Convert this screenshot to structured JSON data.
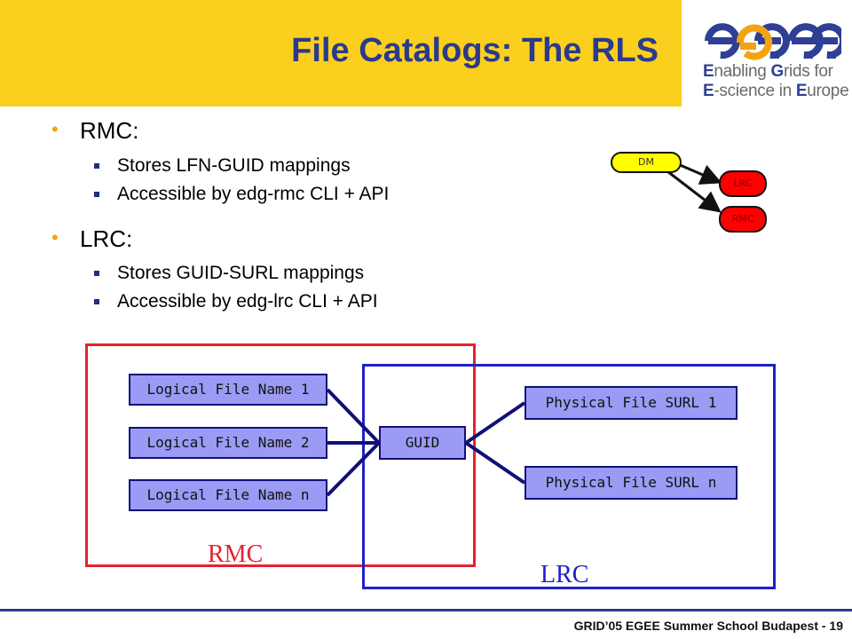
{
  "slide": {
    "title": "File Catalogs: The RLS",
    "footer": "GRID’05 EGEE Summer School Budapest - 19"
  },
  "logo": {
    "word": "egee",
    "line1": [
      "E",
      "nabling ",
      "G",
      "rids for"
    ],
    "line2": [
      "E",
      "-science in ",
      "E",
      "urope"
    ]
  },
  "bullets": [
    {
      "label": "RMC:",
      "items": [
        "Stores LFN-GUID mappings",
        "Accessible by edg-rmc CLI + API"
      ]
    },
    {
      "label": "LRC:",
      "items": [
        "Stores GUID-SURL mappings",
        "Accessible by edg-lrc CLI + API"
      ]
    }
  ],
  "mini_diagram": {
    "dm": "DM",
    "lrc": "LRC",
    "rmc": "RMC"
  },
  "diagram": {
    "lfn": [
      "Logical File Name 1",
      "Logical File Name 2",
      "Logical File Name n"
    ],
    "guid": "GUID",
    "surl": [
      "Physical File SURL 1",
      "Physical File SURL n"
    ],
    "region_rmc": "RMC",
    "region_lrc": "LRC"
  },
  "colors": {
    "header": "#fbcf1d",
    "title": "#2b3a8c",
    "rmc_region": "#e8202e",
    "lrc_region": "#1f20c8",
    "box_fill": "#9b9bf5",
    "connector": "#101078"
  }
}
